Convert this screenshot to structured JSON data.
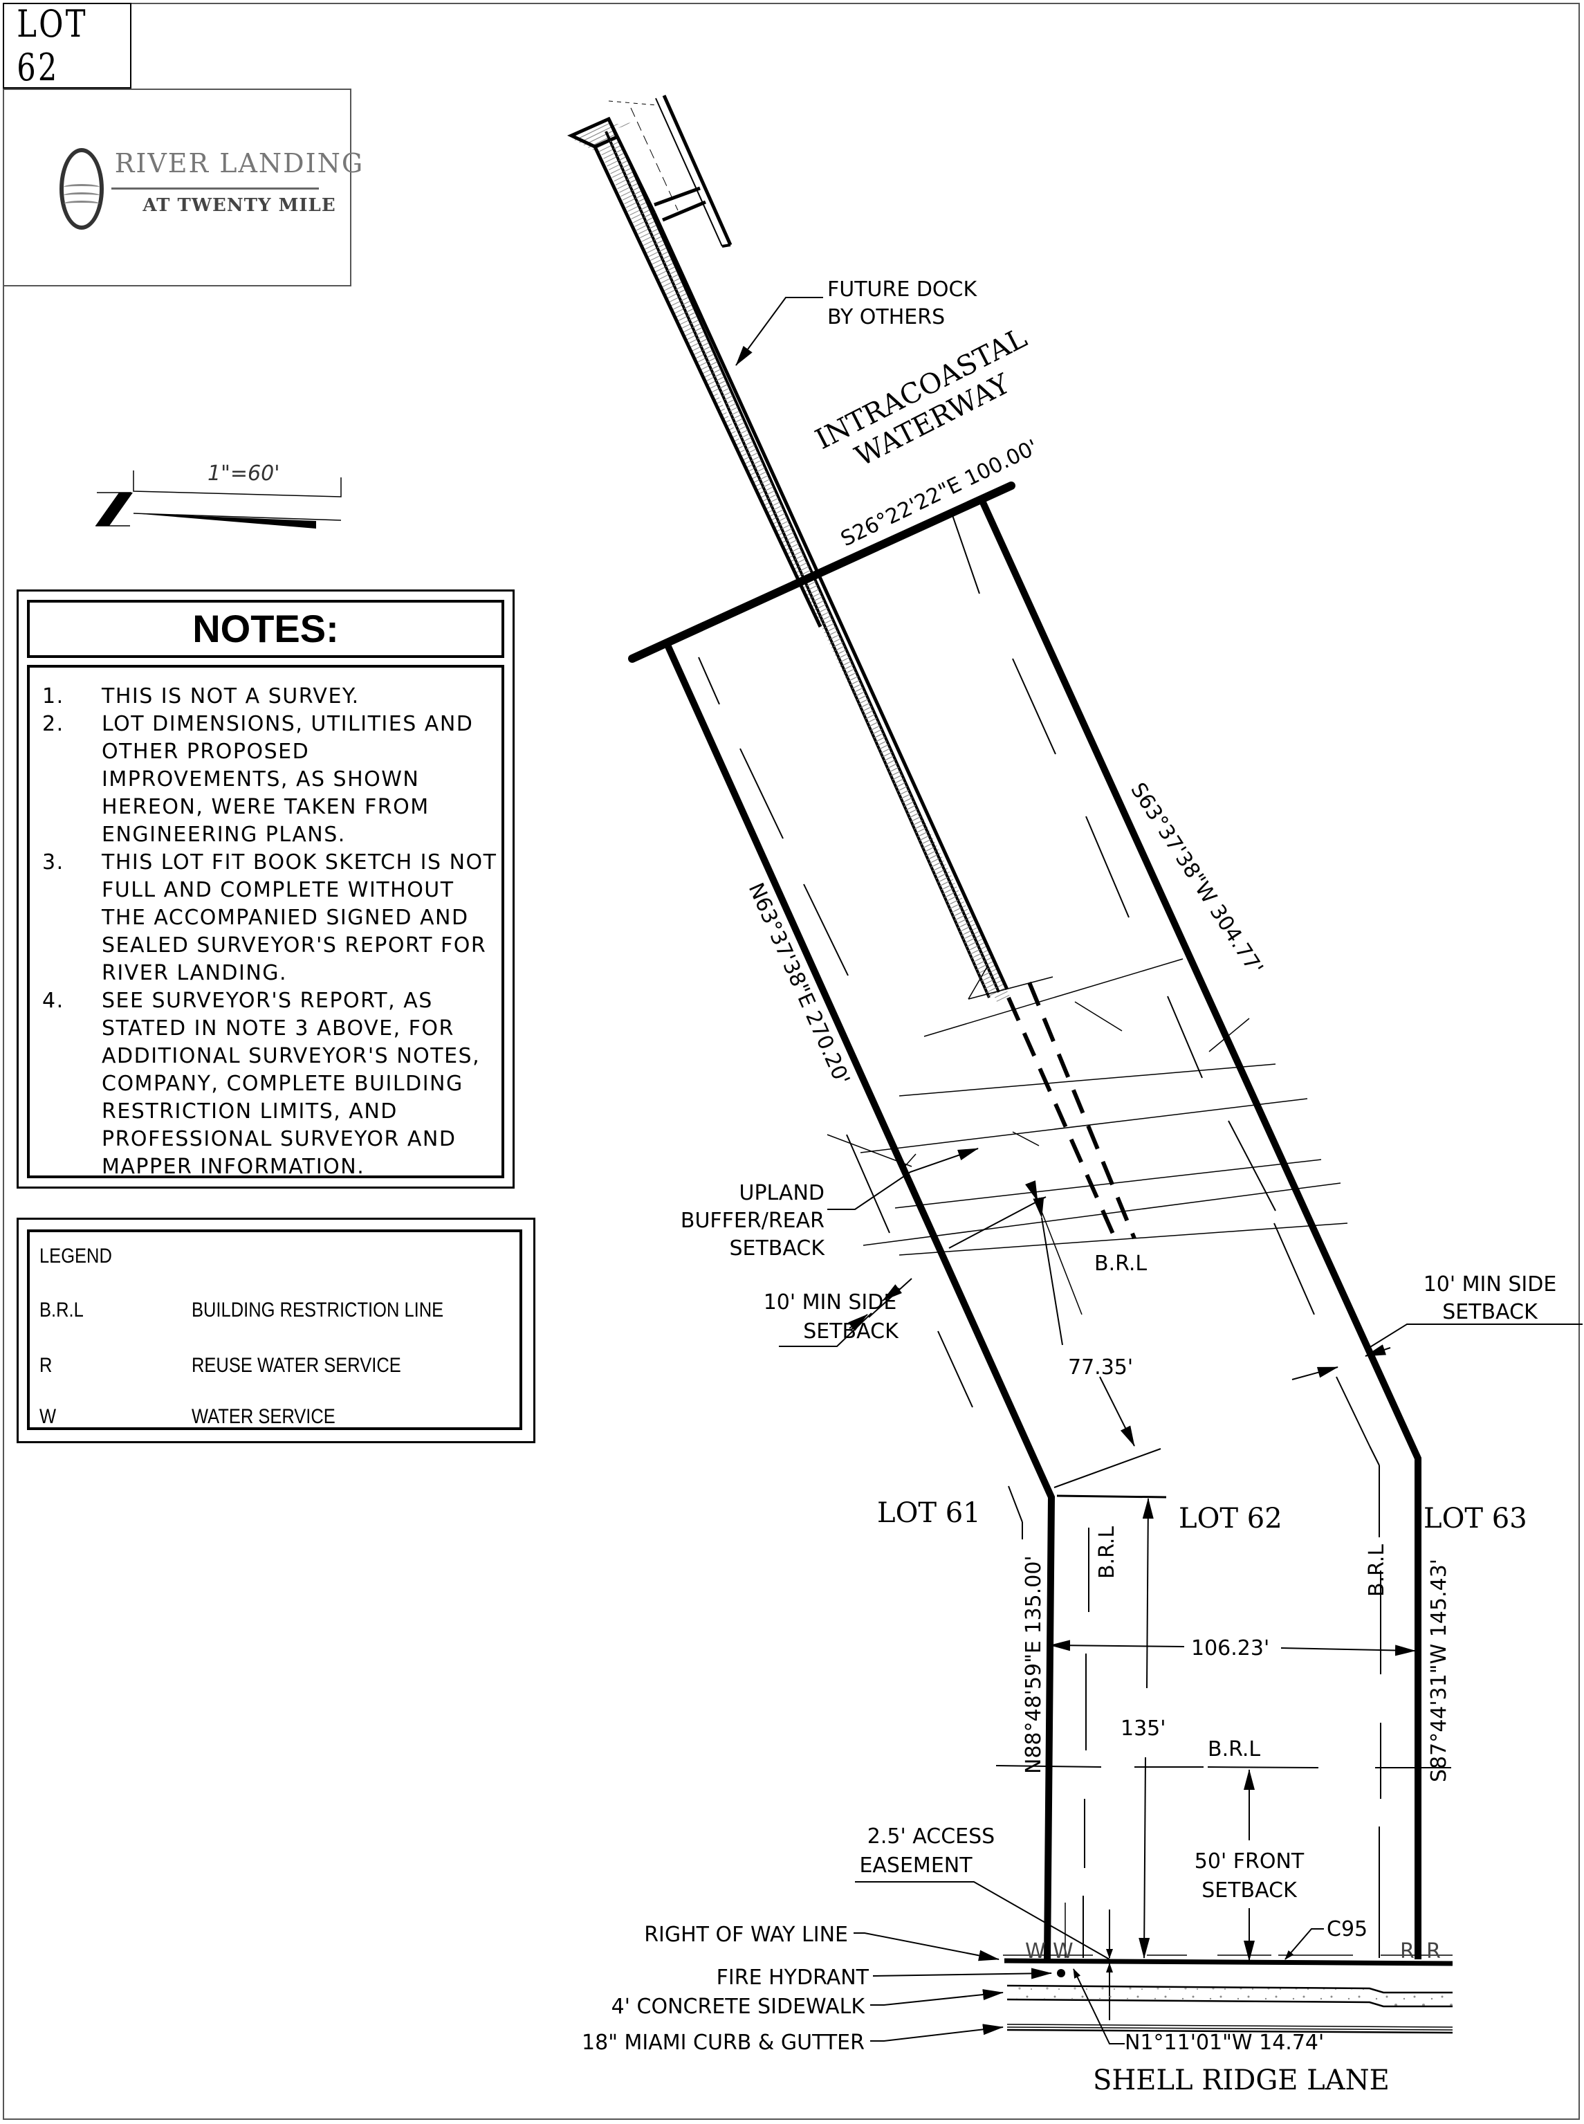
{
  "sheet": {
    "lot_title": "LOT 62",
    "logo": {
      "name": "RIVER LANDING",
      "subtitle": "AT TWENTY MILE"
    },
    "scale": {
      "label": "1\"=60'"
    }
  },
  "notes": {
    "title": "NOTES:",
    "items": [
      {
        "num": "1.",
        "text": "THIS IS NOT A SURVEY."
      },
      {
        "num": "2.",
        "text": "LOT DIMENSIONS, UTILITIES AND OTHER PROPOSED IMPROVEMENTS, AS SHOWN HEREON, WERE TAKEN FROM ENGINEERING PLANS."
      },
      {
        "num": "3.",
        "text": "THIS LOT FIT BOOK SKETCH IS NOT FULL AND COMPLETE WITHOUT THE ACCOMPANIED SIGNED AND SEALED SURVEYOR'S REPORT FOR RIVER LANDING."
      },
      {
        "num": "4.",
        "text": "SEE SURVEYOR'S REPORT, AS STATED IN NOTE 3 ABOVE, FOR ADDITIONAL SURVEYOR'S NOTES, COMPANY, COMPLETE BUILDING RESTRICTION LIMITS, AND PROFESSIONAL SURVEYOR AND MAPPER INFORMATION."
      }
    ]
  },
  "legend": {
    "title": "LEGEND",
    "items": [
      {
        "code": "B.R.L",
        "desc": "BUILDING RESTRICTION LINE"
      },
      {
        "code": "R",
        "desc": "REUSE WATER SERVICE"
      },
      {
        "code": "W",
        "desc": "WATER SERVICE"
      }
    ]
  },
  "plan": {
    "waterway": [
      "INTRACOASTAL",
      "WATERWAY"
    ],
    "dock_label": [
      "FUTURE DOCK",
      "BY OTHERS"
    ],
    "rear_bearing": "S26°22'22\"E 100.00'",
    "left_rear_bearing": "N63°37'38\"E 270.20'",
    "right_rear_bearing": "S63°37'38\"W 304.77'",
    "left_front_bearing": "N88°48'59\"E 135.00'",
    "right_front_bearing": "S87°44'31\"W 145.43'",
    "upland_label": [
      "UPLAND",
      "BUFFER/REAR",
      "SETBACK"
    ],
    "brl": "B.R.L",
    "side_setback_left": [
      "10' MIN SIDE",
      "SETBACK"
    ],
    "side_setback_right": [
      "10' MIN SIDE",
      "SETBACK"
    ],
    "dim_77": "77.35'",
    "dim_width": "106.23'",
    "dim_depth": "135'",
    "lots": {
      "left": "LOT 61",
      "center": "LOT 62",
      "right": "LOT 63"
    },
    "access_easement": [
      "2.5' ACCESS",
      "EASEMENT"
    ],
    "front_setback": [
      "50' FRONT",
      "SETBACK"
    ],
    "curve_label": "C95",
    "row_line": "RIGHT OF WAY LINE",
    "fire_hydrant": "FIRE HYDRANT",
    "sidewalk": "4' CONCRETE SIDEWALK",
    "curb": "18\" MIAMI CURB & GUTTER",
    "frontage_bearing": "N1°11'01\"W 14.74'",
    "street": "SHELL RIDGE LANE",
    "water_mark": "W",
    "reuse_mark": "R"
  }
}
